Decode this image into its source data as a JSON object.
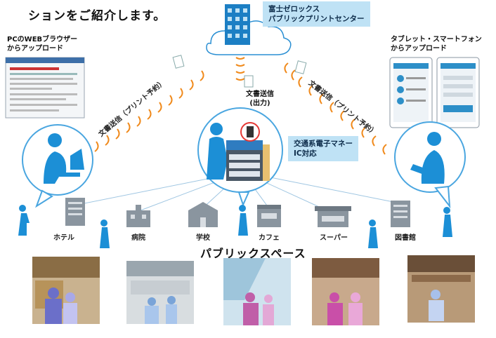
{
  "intro_text": "ションをご紹介します。",
  "server_callout": {
    "line1": "富士ゼロックス",
    "line2": "パブリックプリントセンター"
  },
  "pc_upload": {
    "line1": "PCのWEBブラウザー",
    "line2": "からアップロード"
  },
  "tablet_upload": {
    "line1": "タブレット・スマートフォン",
    "line2": "からアップロード"
  },
  "doc_send_center": {
    "line1": "文書送信",
    "line2": "(出力)"
  },
  "doc_send_left": "文書送信（プリント予約）",
  "doc_send_right": "文書送信（プリント予約）",
  "emoney_callout": {
    "line1": "交通系電子マネー",
    "line2": "IC対応"
  },
  "places": [
    "ホテル",
    "病院",
    "学校",
    "カフェ",
    "スーパー",
    "図書館"
  ],
  "public_space": "パブリックスペース",
  "colors": {
    "figure": "#1c8fd6",
    "signal": "#f08a1c",
    "callout": "#bfe2f5",
    "bubble_border": "#4aa6e0",
    "line": "#9fc6e2"
  }
}
